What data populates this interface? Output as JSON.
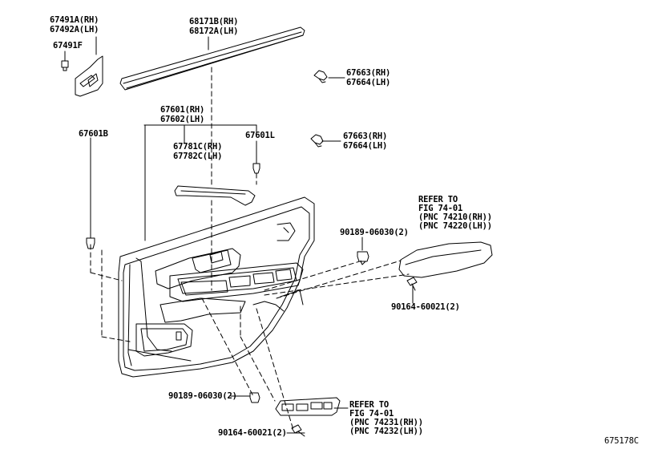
{
  "diagram_id": "675178C",
  "callouts": {
    "p67491": [
      "67491A(RH)",
      "67492A(LH)"
    ],
    "p67491f": "67491F",
    "p68171": [
      "68171B(RH)",
      "68172A(LH)"
    ],
    "p67663a": [
      "67663(RH)",
      "67664(LH)"
    ],
    "p67601": [
      "67601(RH)",
      "67602(LH)"
    ],
    "p67601b": "67601B",
    "p67781": [
      "67781C(RH)",
      "67782C(LH)"
    ],
    "p67601l": "67601L",
    "p67663b": [
      "67663(RH)",
      "67664(LH)"
    ],
    "refer_armrest": [
      "REFER TO",
      "FIG 74-01",
      "(PNC 74210(RH))",
      "(PNC 74220(LH))"
    ],
    "p90189a": "90189-06030(2)",
    "p90164a": "90164-60021(2)",
    "p90189b": "90189-06030(2)",
    "refer_switch": [
      "REFER TO",
      "FIG 74-01",
      "(PNC 74231(RH))",
      "(PNC 74232(LH))"
    ],
    "p90164b": "90164-60021(2)"
  }
}
